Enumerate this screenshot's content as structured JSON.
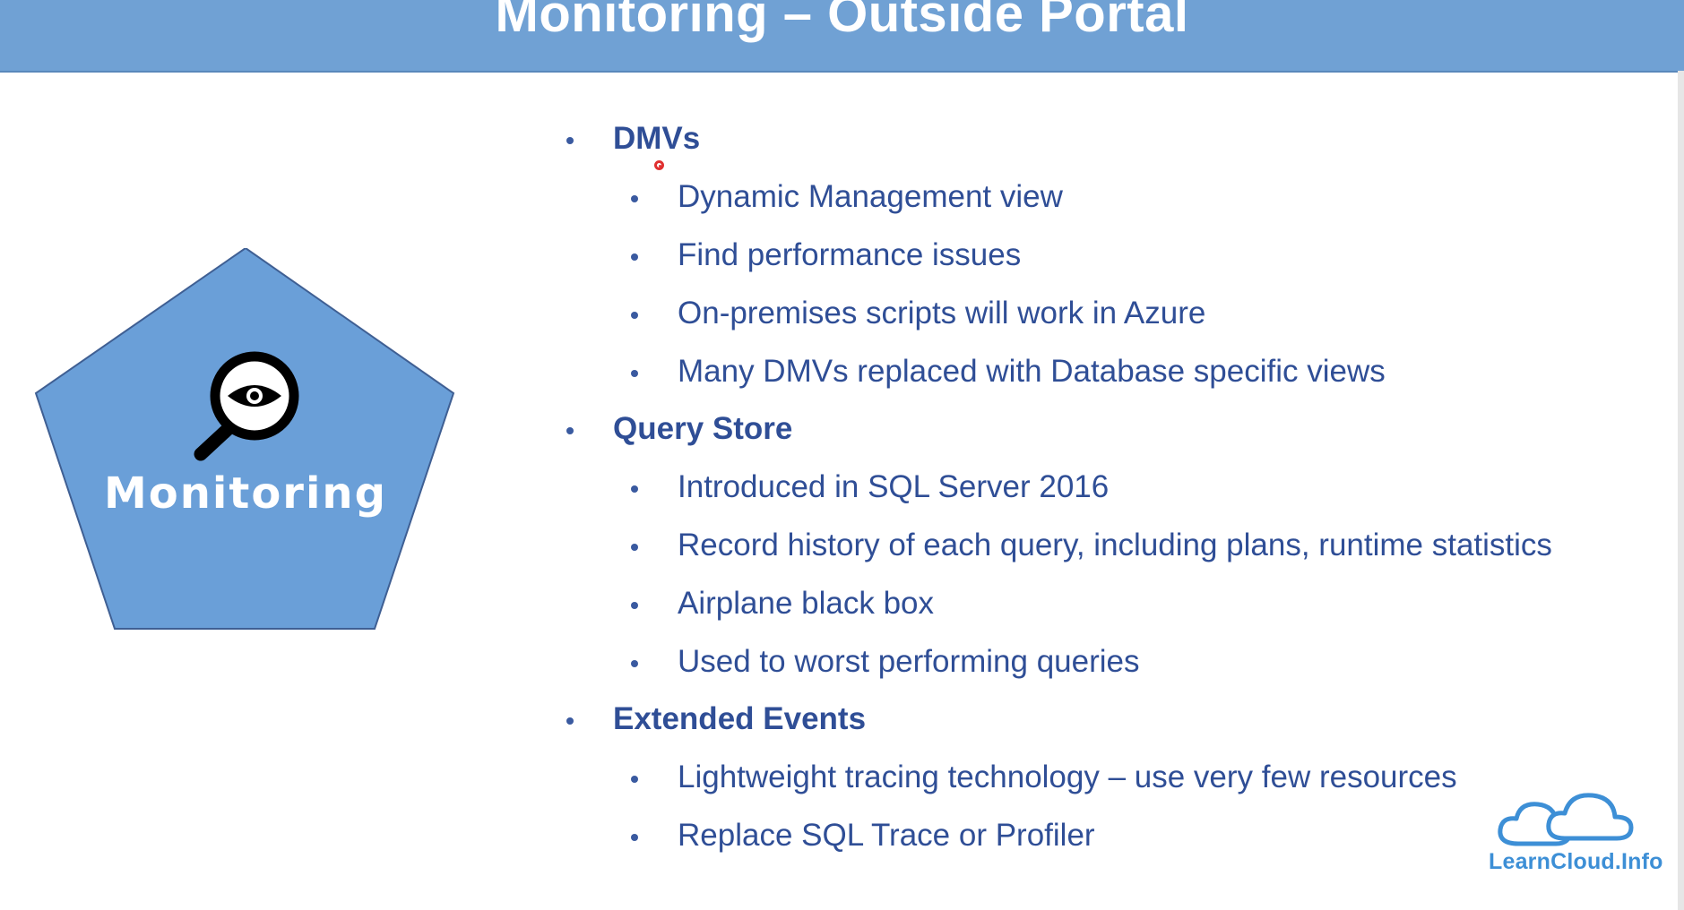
{
  "slide": {
    "title": "Monitoring – Outside Portal",
    "graphic_label": "Monitoring",
    "brand": "LearnCloud.Info"
  },
  "colors": {
    "title_bar": "#70a1d4",
    "pentagon_fill": "#6a9fd8",
    "bullet_text": "#2f4e96",
    "logo": "#3d8fd6"
  },
  "icons": {
    "graphic": "magnifier-eye-icon",
    "logo": "clouds-icon"
  },
  "sections": [
    {
      "heading": "DMVs",
      "items": [
        "Dynamic Management view",
        "Find performance issues",
        "On-premises scripts will work in Azure",
        "Many DMVs replaced with Database specific views"
      ]
    },
    {
      "heading": "Query Store",
      "items": [
        "Introduced in SQL Server 2016",
        "Record history of each query, including plans, runtime statistics",
        "Airplane black box",
        "Used to worst performing queries"
      ]
    },
    {
      "heading": "Extended Events",
      "items": [
        "Lightweight tracing technology – use very few resources",
        "Replace SQL Trace or Profiler"
      ]
    }
  ]
}
